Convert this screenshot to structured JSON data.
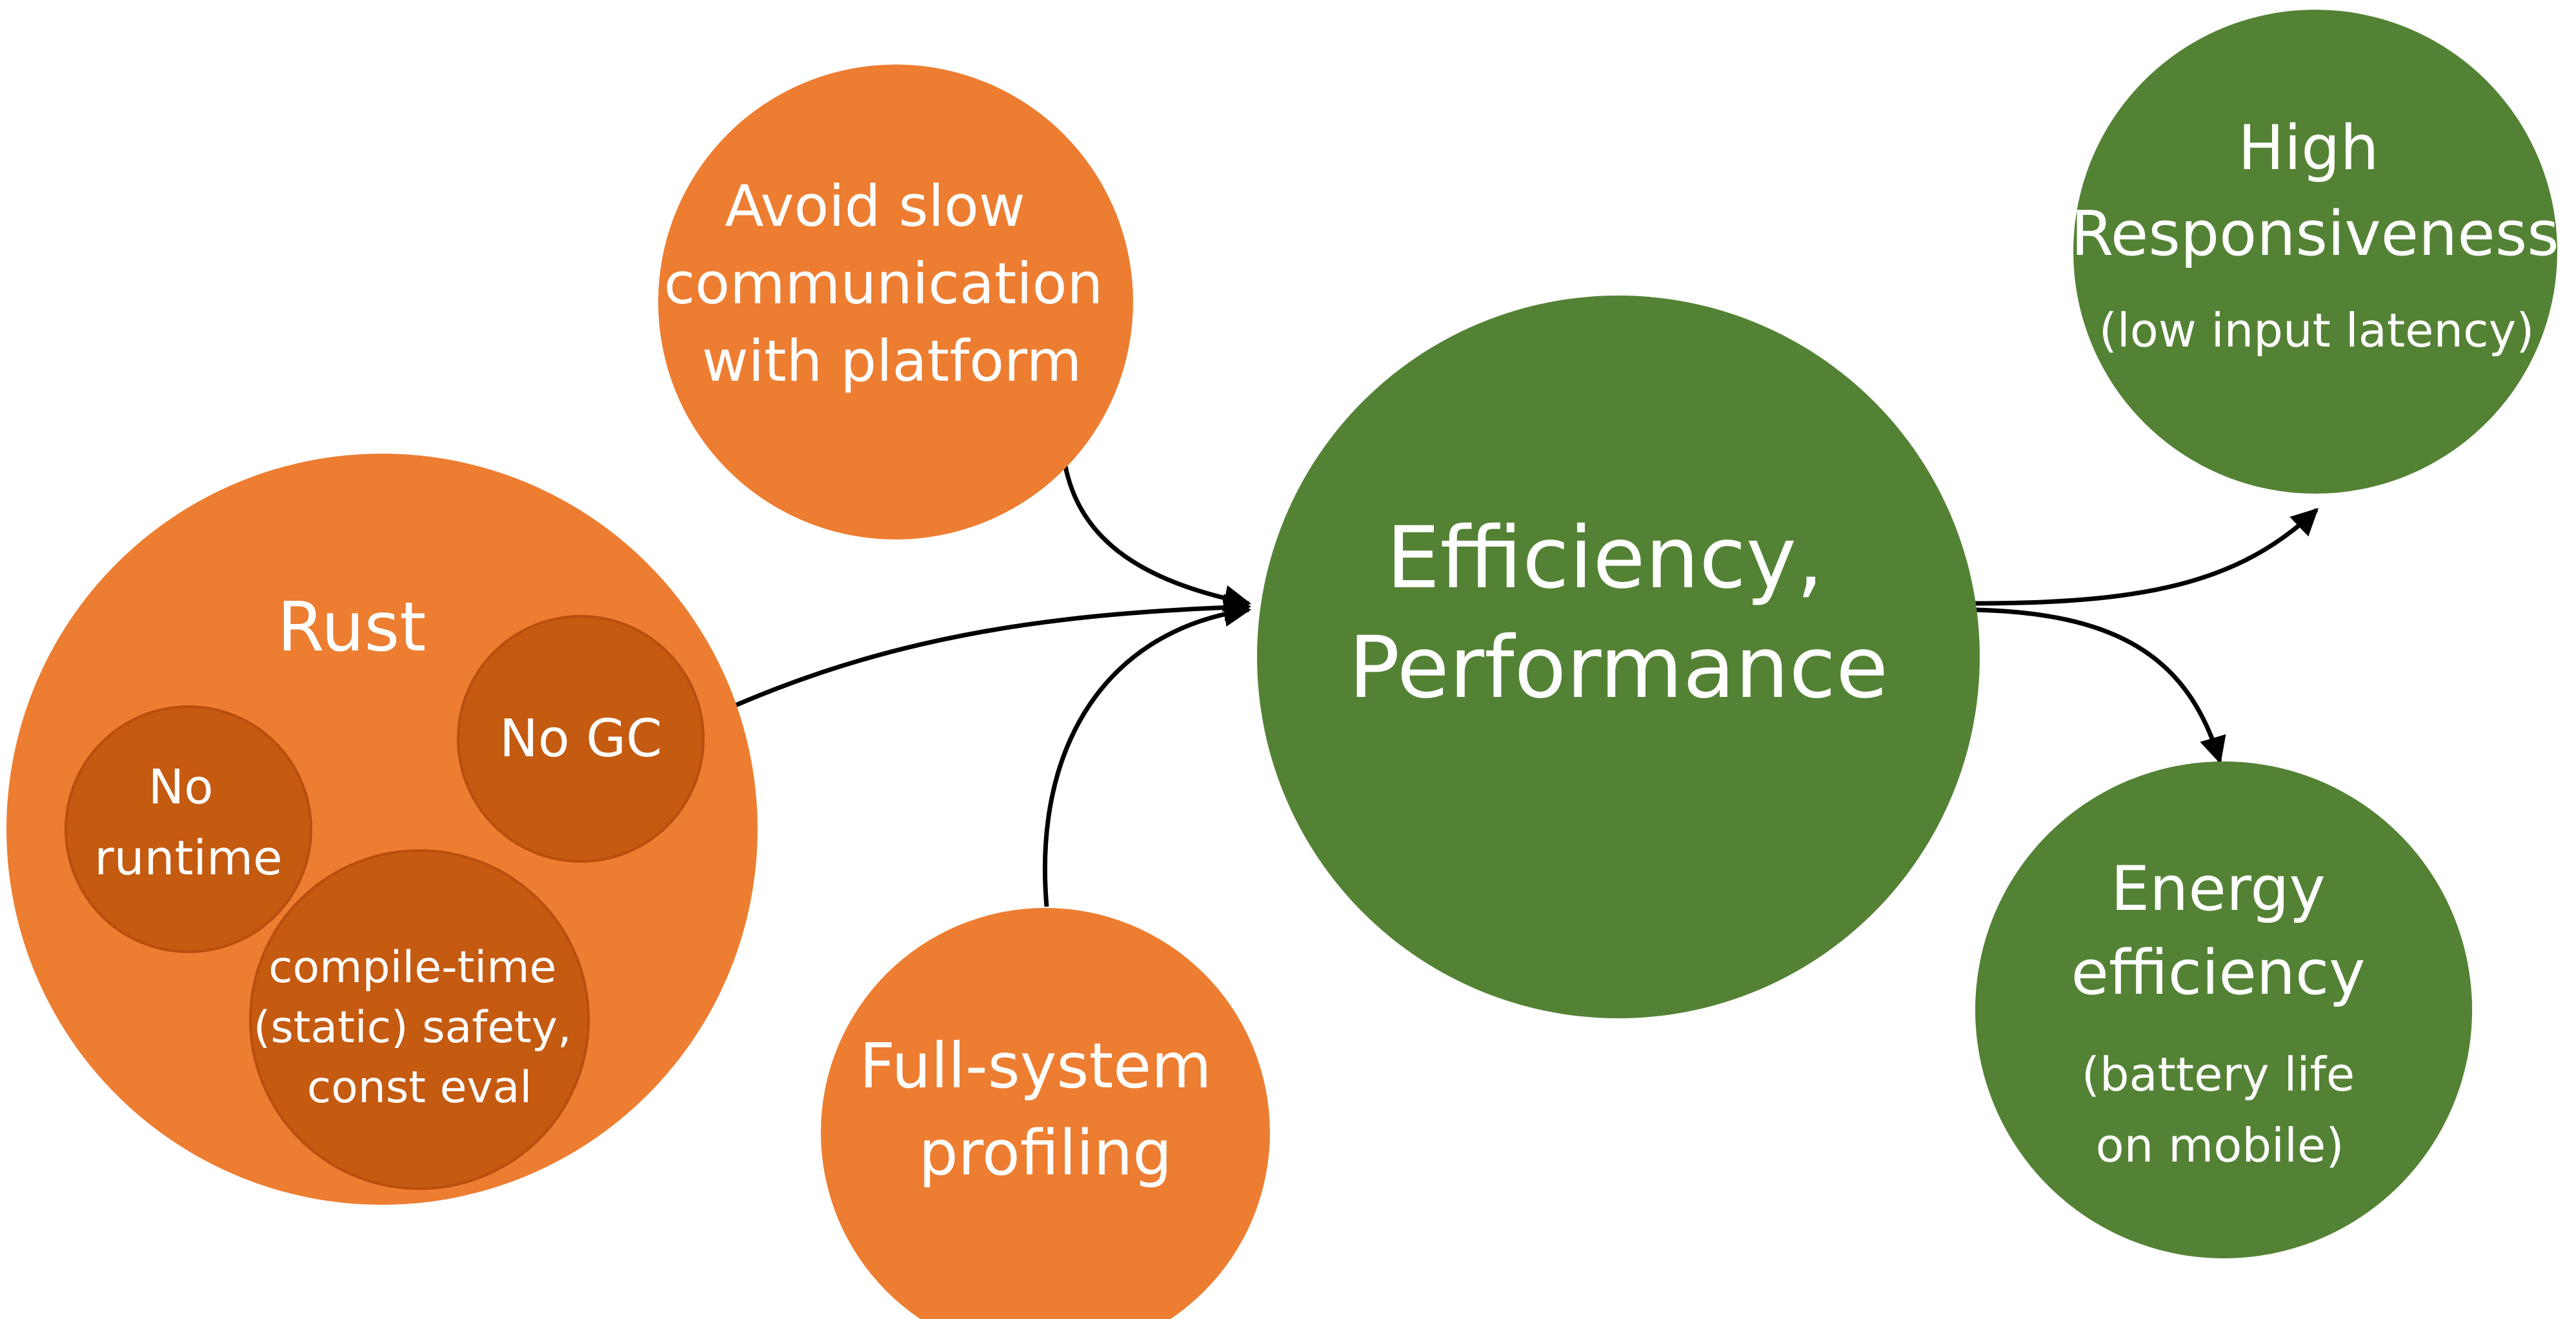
{
  "colors": {
    "orange": "#ED7D31",
    "dark_orange": "#C55A11",
    "green": "#548235",
    "edge": "#000000",
    "text": "#FFFFFF"
  },
  "nodes": {
    "rust": {
      "label": "Rust"
    },
    "no_runtime": {
      "line1": "No",
      "line2": "runtime"
    },
    "no_gc": {
      "label": "No GC"
    },
    "compile_time": {
      "line1": "compile-time",
      "line2": "(static) safety,",
      "line3": "const eval"
    },
    "avoid_slow": {
      "line1": "Avoid slow",
      "line2": "communication",
      "line3": "with platform"
    },
    "full_system": {
      "line1": "Full-system",
      "line2": "profiling"
    },
    "efficiency": {
      "line1": "Efficiency,",
      "line2": "Performance"
    },
    "high_resp": {
      "line1": "High",
      "line2": "Responsiveness",
      "line3": "(low input latency)"
    },
    "energy": {
      "line1": "Energy",
      "line2": "efficiency",
      "line3": "(battery life",
      "line4": "on mobile)"
    }
  }
}
